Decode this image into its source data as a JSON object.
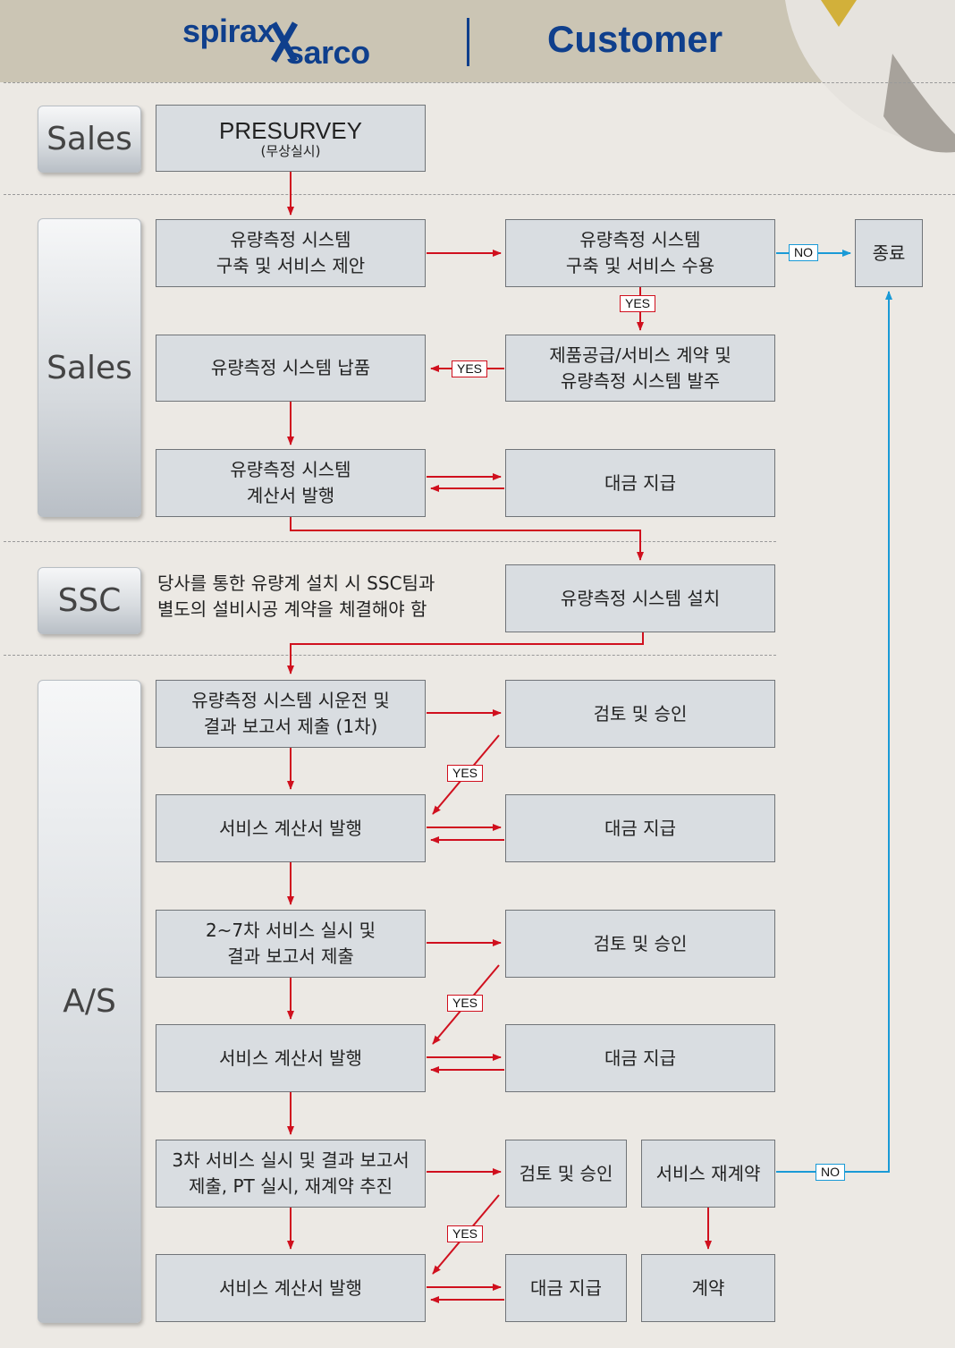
{
  "header": {
    "logo_line1": "spirax",
    "logo_line2": "sarco",
    "customer": "Customer"
  },
  "lanes": {
    "sales1": "Sales",
    "sales2": "Sales",
    "ssc": "SSC",
    "as": "A/S"
  },
  "presurvey": {
    "title": "PRESURVEY",
    "subtitle": "(무상실시)"
  },
  "boxes": {
    "proposal": "유량측정 시스템\n구축 및 서비스 제안",
    "accept": "유량측정 시스템\n구축 및 서비스 수용",
    "end": "종료",
    "delivery": "유량측정 시스템 납품",
    "contract_order": "제품공급/서비스 계약 및\n유량측정 시스템 발주",
    "invoice1": "유량측정 시스템\n계산서 발행",
    "pay1": "대금 지급",
    "install": "유량측정 시스템 설치",
    "trial_run": "유량측정 시스템 시운전 및\n결과 보고서 제출 (1차)",
    "review1": "검토 및 승인",
    "invoice2": "서비스 계산서 발행",
    "pay2": "대금 지급",
    "service_2_7": "2~7차 서비스 실시 및\n결과 보고서 제출",
    "review2": "검토 및 승인",
    "invoice3": "서비스 계산서 발행",
    "pay3": "대금 지급",
    "service_3": "3차 서비스 실시 및 결과 보고서\n제출, PT 실시, 재계약 추진",
    "review3": "검토 및 승인",
    "recontract": "서비스 재계약",
    "invoice4": "서비스 계산서 발행",
    "pay4": "대금 지급",
    "contract": "계약"
  },
  "ssc_note": "당사를 통한 유량계 설치 시 SSC팀과\n별도의 설비시공 계약을 체결해야 함",
  "labels": {
    "no1": "NO",
    "yes1": "YES",
    "yes2": "YES",
    "yes3": "YES",
    "yes4": "YES",
    "yes5": "YES",
    "no2": "NO"
  },
  "colors": {
    "flow_arrow": "#d0101e",
    "no_arrow": "#1a9ad6",
    "brand": "#0f3f8c",
    "box_fill": "#d9dde1"
  }
}
